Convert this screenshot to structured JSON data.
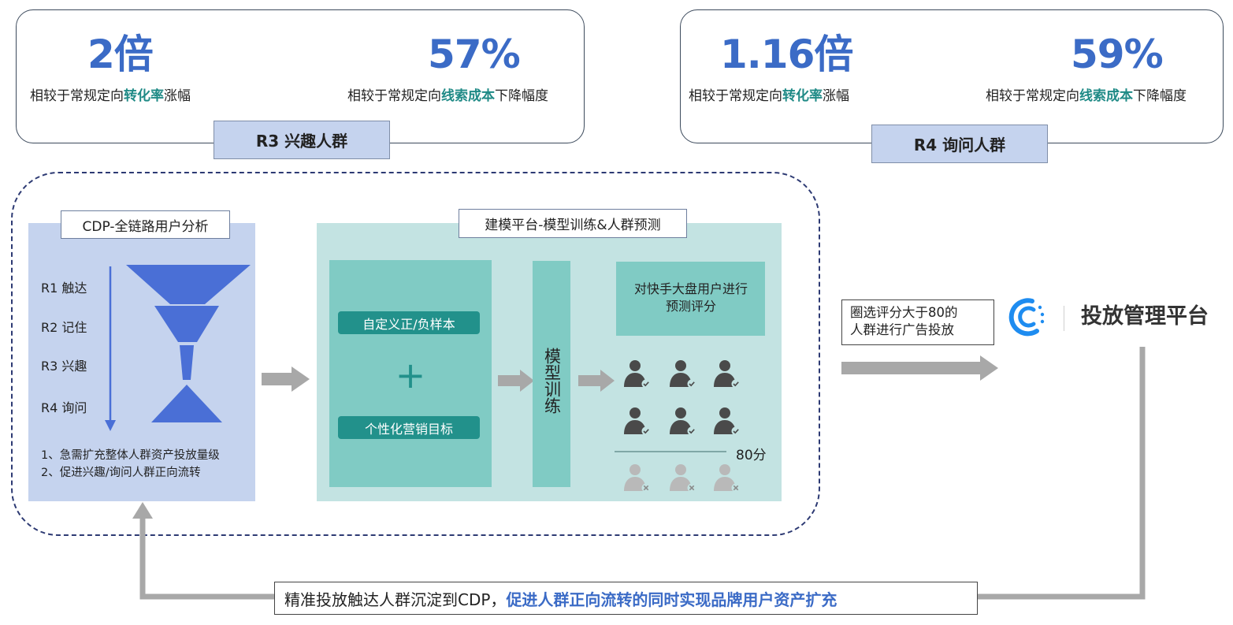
{
  "cards": [
    {
      "left": {
        "value": "2倍",
        "desc_prefix": "相较于常规定向",
        "desc_highlight": "转化率",
        "desc_suffix": "涨幅"
      },
      "right": {
        "value": "57%",
        "desc_prefix": "相较于常规定向",
        "desc_highlight": "线索成本",
        "desc_suffix": "下降幅度"
      },
      "tag": "R3 兴趣人群"
    },
    {
      "left": {
        "value": "1.16倍",
        "desc_prefix": "相较于常规定向",
        "desc_highlight": "转化率",
        "desc_suffix": "涨幅"
      },
      "right": {
        "value": "59%",
        "desc_prefix": "相较于常规定向",
        "desc_highlight": "线索成本",
        "desc_suffix": "下降幅度"
      },
      "tag": "R4 询问人群"
    }
  ],
  "cdp": {
    "title": "CDP-全链路用户分析",
    "stages": [
      "R1 触达",
      "R2 记住",
      "R3 兴趣",
      "R4 询问"
    ],
    "notes": [
      "1、急需扩充整体人群资产投放量级",
      "2、促进兴趣/询问人群正向流转"
    ]
  },
  "modeling": {
    "title": "建模平台-模型训练&人群预测",
    "sample_label": "自定义正/负样本",
    "plus": "+",
    "goal_label": "个性化营销目标",
    "training_label": "模型训练",
    "predict_label": "对快手大盘用户进行预测评分",
    "threshold_label": "80分"
  },
  "selection": {
    "text_line1": "圈选评分大于80的",
    "text_line2": "人群进行广告投放"
  },
  "platform": {
    "name": "投放管理平台",
    "logo_icon": "kuaishou-ad-logo-icon"
  },
  "feedback": {
    "text_plain": "精准投放触达人群沉淀到CDP，",
    "text_highlight": "促进人群正向流转的同时实现品牌用户资产扩充"
  },
  "colors": {
    "accent_blue": "#3b6bc6",
    "highlight_teal": "#1f8a86",
    "cdp_bg": "#c5d3ee",
    "funnel_blue": "#4a6fd6",
    "model_bg": "#c3e3e2",
    "model_inner": "#80cbc4",
    "pill_teal": "#22918b",
    "arrow_gray": "#a8a8a8",
    "user_dark": "#4a4a4a",
    "user_light": "#b9b9b9"
  }
}
